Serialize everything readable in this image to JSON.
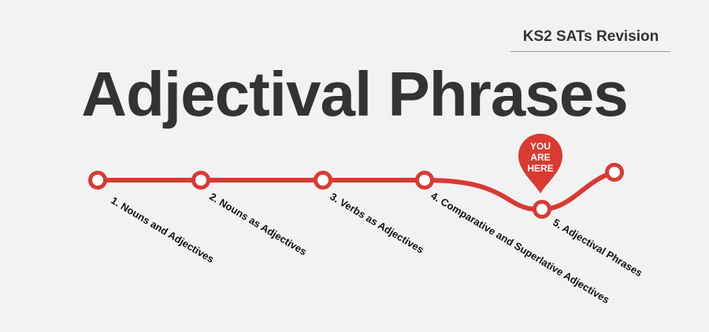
{
  "header": {
    "subtitle": "KS2 SATs Revision",
    "title": "Adjectival Phrases"
  },
  "marker": {
    "lines": [
      "YOU",
      "ARE",
      "HERE"
    ],
    "color": "#d93a32"
  },
  "route": {
    "line_color": "#d93a32",
    "stops": [
      {
        "label": "1. Nouns and Adjectives"
      },
      {
        "label": "2. Nouns as Adjectives"
      },
      {
        "label": "3. Verbs as Adjectives"
      },
      {
        "label": "4. Comparative and Superlative Adjectives"
      },
      {
        "label": "5. Adjectival Phrases"
      },
      {
        "label": ""
      }
    ]
  }
}
